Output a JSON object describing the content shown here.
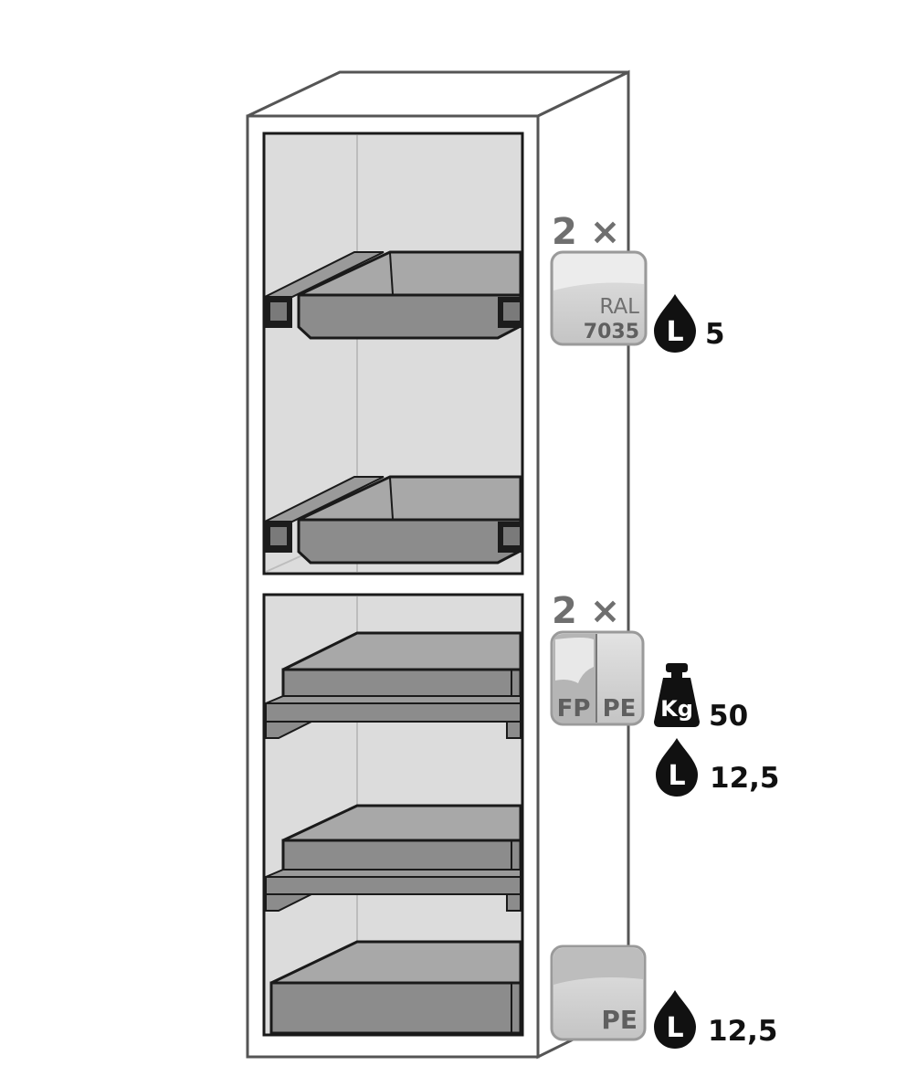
{
  "groups": {
    "top": {
      "quantity": "2 ×",
      "ral_label": "RAL",
      "ral_code": "7035",
      "volume_unit": "L",
      "volume_value": "5"
    },
    "middle": {
      "quantity": "2 ×",
      "material_left": "FP",
      "material_right": "PE",
      "weight_unit": "Kg",
      "weight_value": "50",
      "volume_unit": "L",
      "volume_value": "12,5"
    },
    "bottom": {
      "material": "PE",
      "volume_unit": "L",
      "volume_value": "12,5"
    }
  },
  "colors": {
    "outline": "#333333",
    "tray_fill": "#8c8c8c",
    "interior_fill": "#dcdcdc",
    "swatch_fill": "#d2d2d2",
    "label_gray": "#6f6f6f",
    "icon_black": "#111111"
  },
  "icons": {
    "droplet": "droplet-icon",
    "weight": "weight-icon"
  }
}
